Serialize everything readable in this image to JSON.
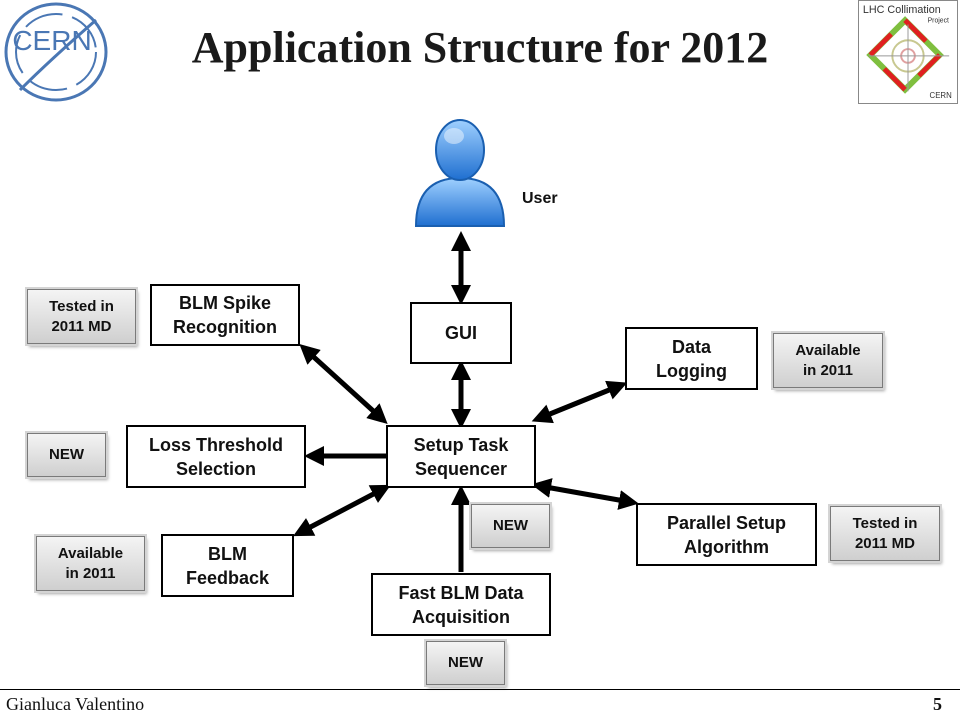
{
  "title": "Application Structure for 2012",
  "logos": {
    "cern_text": "CERN",
    "lhc_text_1": "LHC Collimation",
    "lhc_text_2": "Project",
    "lhc_text_3": "CERN"
  },
  "user_label": "User",
  "boxes": {
    "gui": "GUI",
    "sequencer": "Setup Task\nSequencer",
    "spike": "BLM Spike\nRecognition",
    "threshold": "Loss Threshold\nSelection",
    "feedback": "BLM\nFeedback",
    "logging": "Data\nLogging",
    "parallel": "Parallel Setup\nAlgorithm",
    "fast": "Fast BLM Data\nAcquisition"
  },
  "tags": {
    "spike": "Tested in\n2011 MD",
    "threshold": "NEW",
    "feedback": "Available\nin 2011",
    "logging": "Available\nin 2011",
    "parallel": "Tested in\n2011 MD",
    "seq_new": "NEW",
    "fast_new": "NEW"
  },
  "footer": {
    "author": "Gianluca Valentino",
    "page": "5"
  },
  "colors": {
    "user_icon": "#3d8ee0",
    "logo_blue": "#4a77b4",
    "lhc_red": "#e02020",
    "lhc_green": "#7fbf3f"
  }
}
